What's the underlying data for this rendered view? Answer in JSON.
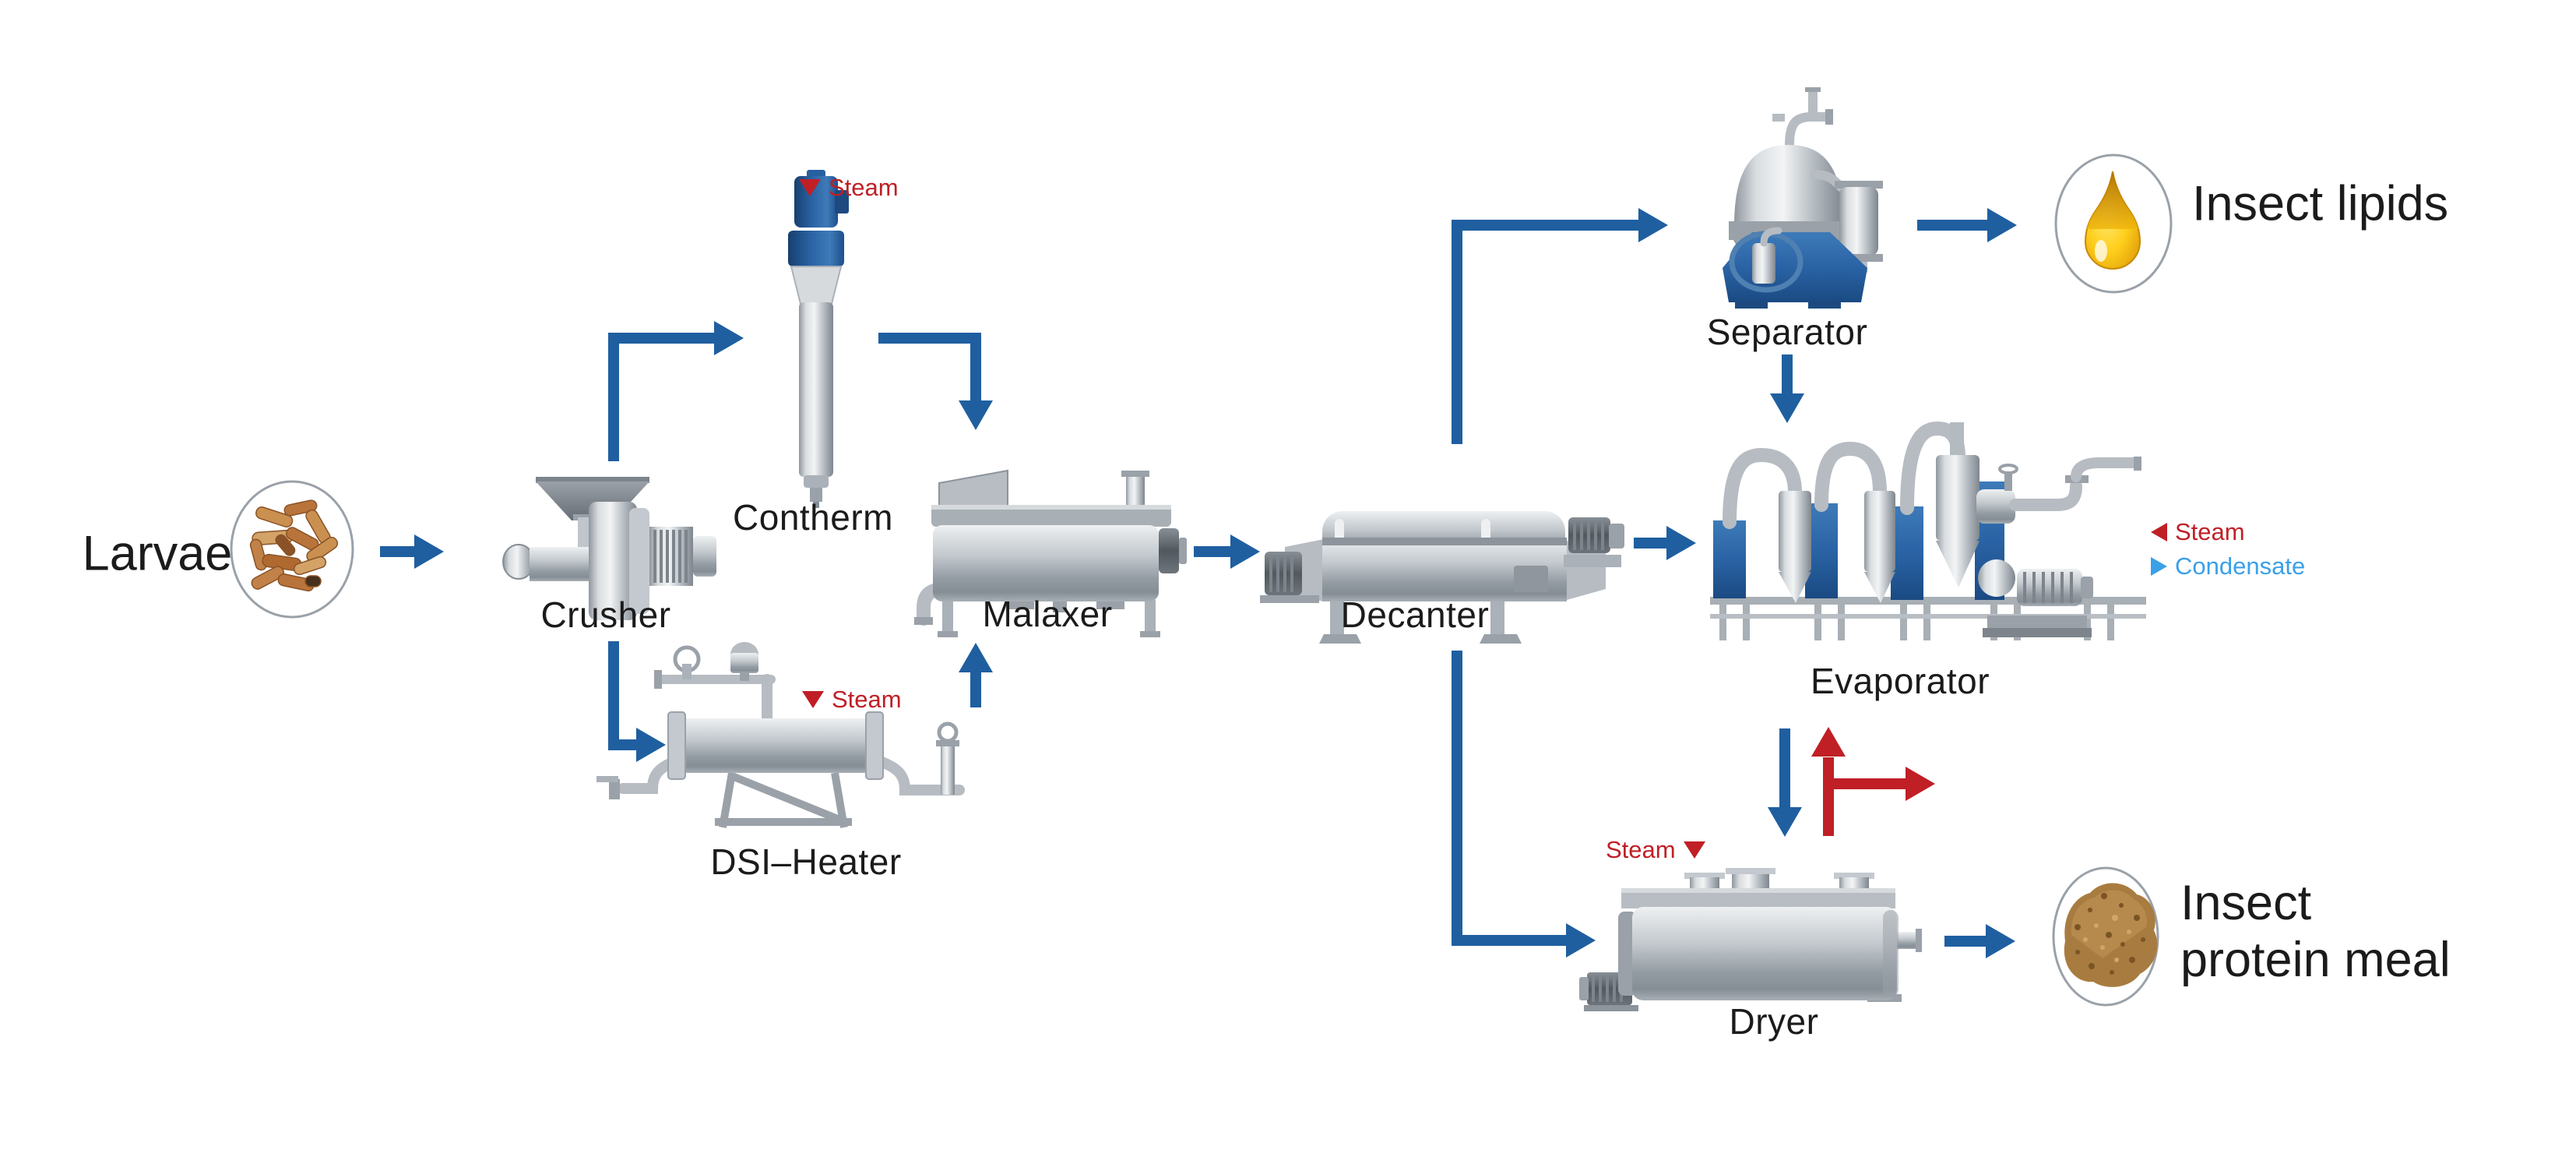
{
  "diagram": {
    "input": {
      "label": "Larvae"
    },
    "machines": {
      "crusher": {
        "label": "Crusher"
      },
      "contherm": {
        "label": "Contherm",
        "steam_label": "Steam"
      },
      "dsi_heater": {
        "label": "DSI–Heater",
        "steam_label": "Steam"
      },
      "malaxer": {
        "label": "Malaxer"
      },
      "decanter": {
        "label": "Decanter"
      },
      "separator": {
        "label": "Separator"
      },
      "evaporator": {
        "label": "Evaporator",
        "steam_label": "Steam",
        "condensate_label": "Condensate"
      },
      "dryer": {
        "label": "Dryer",
        "steam_label": "Steam"
      }
    },
    "outputs": {
      "lipids": {
        "label": "Insect lipids"
      },
      "protein_meal": {
        "label_line1": "Insect",
        "label_line2": "protein meal"
      }
    },
    "colors": {
      "flow_arrow": "#1f5fa0",
      "steam": "#c01f26",
      "condensate": "#3aa0e8"
    }
  }
}
